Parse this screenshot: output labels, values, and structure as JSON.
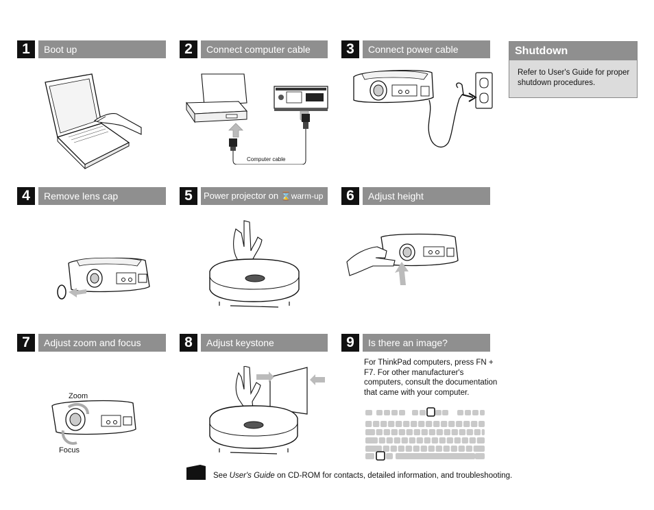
{
  "steps": [
    {
      "num": "1",
      "title": "Boot up"
    },
    {
      "num": "2",
      "title": "Connect computer cable"
    },
    {
      "num": "3",
      "title": "Connect power cable"
    },
    {
      "num": "4",
      "title": "Remove lens cap"
    },
    {
      "num": "5",
      "title": "Power projector on",
      "suffix": "warm-up"
    },
    {
      "num": "6",
      "title": "Adjust height"
    },
    {
      "num": "7",
      "title": "Adjust zoom and focus"
    },
    {
      "num": "8",
      "title": "Adjust keystone"
    },
    {
      "num": "9",
      "title": "Is there an image?"
    }
  ],
  "shutdown": {
    "title": "Shutdown",
    "body": "Refer to User's Guide for proper shutdown procedures."
  },
  "step2_label": "Computer cable",
  "step7_labels": {
    "zoom": "Zoom",
    "focus": "Focus"
  },
  "step9_text": "For ThinkPad computers, press FN + F7. For other manufacturer's computers, consult the documentation that came with your computer.",
  "footer": {
    "prefix": "See ",
    "guide": "User's Guide",
    "suffix": " on CD-ROM for contacts, detailed information, and troubleshooting."
  },
  "colors": {
    "header_bar": "#8f8f8f",
    "number_box": "#111111",
    "shutdown_box": "#dcdcdc"
  }
}
